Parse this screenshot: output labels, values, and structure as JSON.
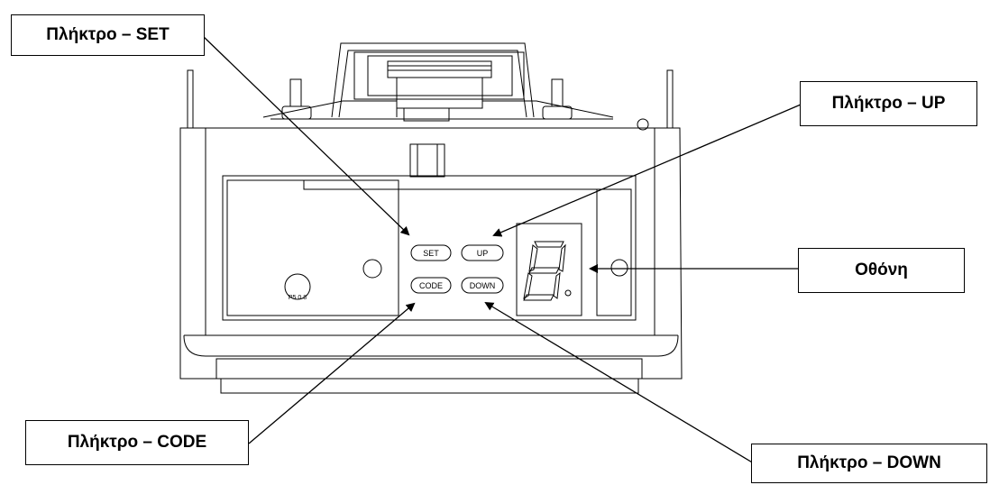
{
  "labels": {
    "set": "Πλήκτρο – SET",
    "up": "Πλήκτρο – UP",
    "display": "Οθόνη",
    "code": "Πλήκτρο – CODE",
    "down": "Πλήκτρο – DOWN"
  },
  "device_buttons": {
    "set": "SET",
    "up": "UP",
    "code": "CODE",
    "down": "DOWN"
  },
  "colors": {
    "line": "#000000",
    "background": "#ffffff"
  }
}
